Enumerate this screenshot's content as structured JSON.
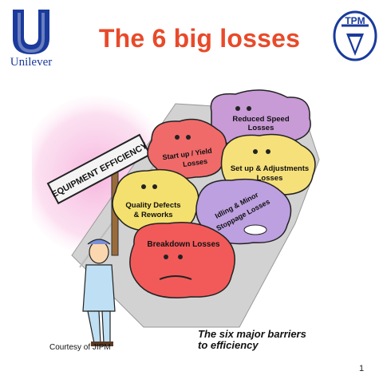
{
  "slide": {
    "title": "The 6 big losses",
    "page_number": "1"
  },
  "logos": {
    "left_text": "Unilever",
    "left_icon": "unilever-u-icon",
    "right_text": "TPM",
    "right_icon": "tpm-shield-icon"
  },
  "illustration": {
    "sign_text": "EQUIPMENT EFFICIENCY",
    "losses": [
      {
        "line1": "Reduced Speed",
        "line2": "Losses"
      },
      {
        "line1": "Start up / Yield",
        "line2": "Losses"
      },
      {
        "line1": "Set up & Adjustments",
        "line2": "Losses"
      },
      {
        "line1": "Quality Defects",
        "line2": "& Reworks"
      },
      {
        "line1": "Idling & Minor",
        "line2": "Stoppage Losses"
      },
      {
        "line1": "Breakdown Losses",
        "line2": ""
      }
    ],
    "caption_line1": "The six major barriers",
    "caption_line2": "to efficiency",
    "courtesy": "Courtesy of JIPM"
  },
  "colors": {
    "title": "#e84a2a",
    "unilever_blue": "#1a3a9c",
    "reduced_speed": "#c89ad6",
    "startup": "#f06a6a",
    "setup": "#f6e07a",
    "quality": "#f4e06e",
    "idling": "#bda0e0",
    "breakdown": "#f25a5a"
  }
}
